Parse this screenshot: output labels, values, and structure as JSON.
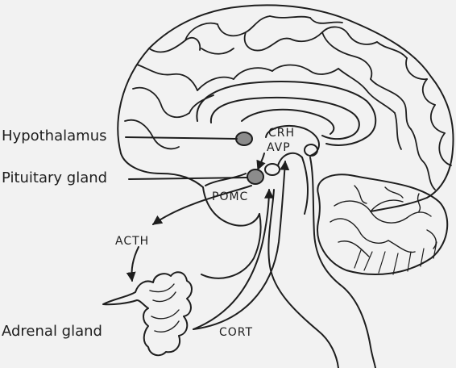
{
  "labels": {
    "hypothalamus": "Hypothalamus",
    "pituitary": "Pituitary gland",
    "adrenal": "Adrenal gland",
    "crh": "CRH",
    "avp": "AVP",
    "pomc": "POMC",
    "acth": "ACTH",
    "cort": "CORT"
  },
  "colors": {
    "background": "#f2f2f2",
    "stroke": "#1e1e1e",
    "gland_fill": "#8c8c8c"
  }
}
